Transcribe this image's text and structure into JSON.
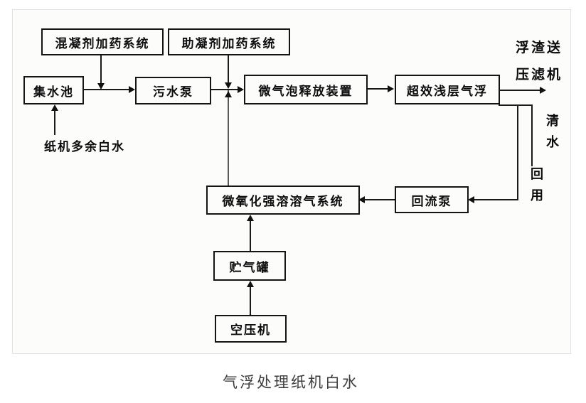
{
  "diagram": {
    "caption": "气浮处理纸机白水",
    "nodes": {
      "coagulant": "混凝剂加药系统",
      "coagulant_aid": "助凝剂加药系统",
      "collection_tank": "集水池",
      "sewage_pump": "污水泵",
      "bubble_release": "微气泡释放装置",
      "shallow_daf": "超效浅层气浮",
      "dissolved_air_system": "微氧化强溶溶气系统",
      "reflux_pump": "回流泵",
      "gas_tank": "贮气罐",
      "air_compressor": "空压机"
    },
    "labels": {
      "white_water_in": "纸机多余白水",
      "scum_out": "浮渣送压滤机",
      "clear_water": "清水",
      "reuse": "回用"
    },
    "edges": [
      {
        "from": "纸机多余白水",
        "to": "集水池"
      },
      {
        "from": "集水池",
        "to": "污水泵"
      },
      {
        "from": "混凝剂加药系统",
        "to": "集水池→污水泵 管线"
      },
      {
        "from": "污水泵",
        "to": "微气泡释放装置"
      },
      {
        "from": "助凝剂加药系统",
        "to": "污水泵→微气泡释放装置 管线"
      },
      {
        "from": "微氧化强溶溶气系统",
        "to": "微气泡释放装置"
      },
      {
        "from": "微气泡释放装置",
        "to": "超效浅层气浮"
      },
      {
        "from": "超效浅层气浮",
        "to": "浮渣送压滤机"
      },
      {
        "from": "超效浅层气浮",
        "to": "清水回用"
      },
      {
        "from": "超效浅层气浮",
        "to": "回流泵"
      },
      {
        "from": "回流泵",
        "to": "微氧化强溶溶气系统"
      },
      {
        "from": "空压机",
        "to": "贮气罐"
      },
      {
        "from": "贮气罐",
        "to": "微氧化强溶溶气系统"
      }
    ],
    "colors": {
      "line": "#1a1a1a",
      "box_border": "#141414",
      "caption_text": "#3d3d3d",
      "frame_border": "#e3e3e1"
    }
  }
}
